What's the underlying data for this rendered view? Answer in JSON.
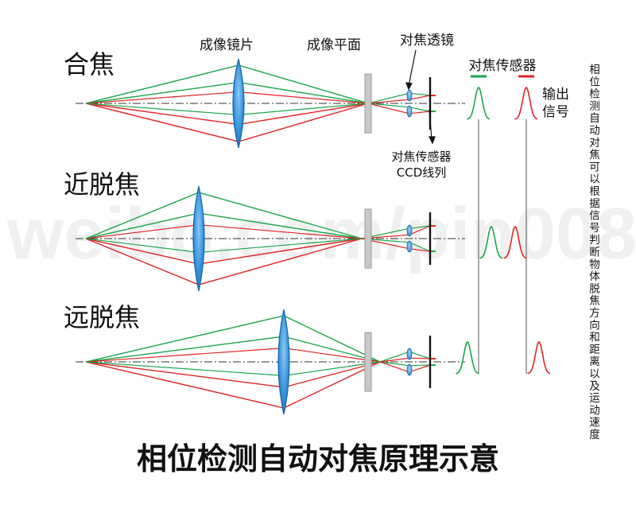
{
  "rows": [
    {
      "label": "合焦"
    },
    {
      "label": "近脱焦"
    },
    {
      "label": "远脱焦"
    }
  ],
  "labels": {
    "lens": "成像镜片",
    "image_plane": "成像平面",
    "focus_lens": "对焦透镜",
    "focus_sensor": "对焦传感器",
    "sensor_line1": "对焦传感器",
    "sensor_line2": "CCD线列",
    "output_line1": "输出",
    "output_line2": "信号"
  },
  "side_note": "相位检测自动对焦可以根据信号判断物体脱焦方向和距离以及运动速度",
  "title": "相位检测自动对焦原理示意",
  "watermark": "weibo.com/pin008",
  "colors": {
    "green_ray": "#1aa64a",
    "red_ray": "#e02424",
    "lens_fill": "#2f8fd6",
    "lens_stroke": "#1565a8",
    "plane_fill": "#c8c8c8",
    "sensor_line": "#111111"
  }
}
